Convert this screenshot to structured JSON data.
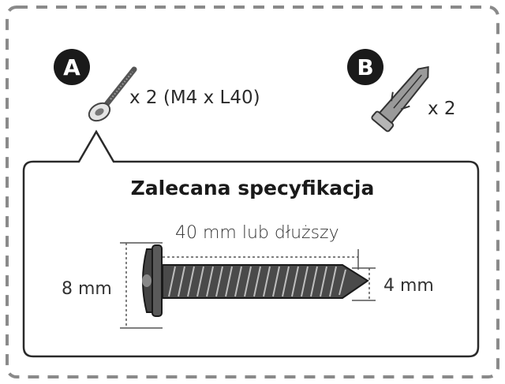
{
  "parts": {
    "a": {
      "badge": "A",
      "quantity": "x 2 (M4 x L40)"
    },
    "b": {
      "badge": "B",
      "quantity": "x 2"
    }
  },
  "spec": {
    "title": "Zalecana specyfikacja",
    "length_label": "40 mm lub dłuższy",
    "head_diameter_label": "8 mm",
    "thread_diameter_label": "4 mm"
  },
  "colors": {
    "dashed_border": "#8a8a8a",
    "badge_fill": "#1a1a1a",
    "screw_fill": "#4a4a4a",
    "anchor_fill": "#9a9a9a"
  }
}
